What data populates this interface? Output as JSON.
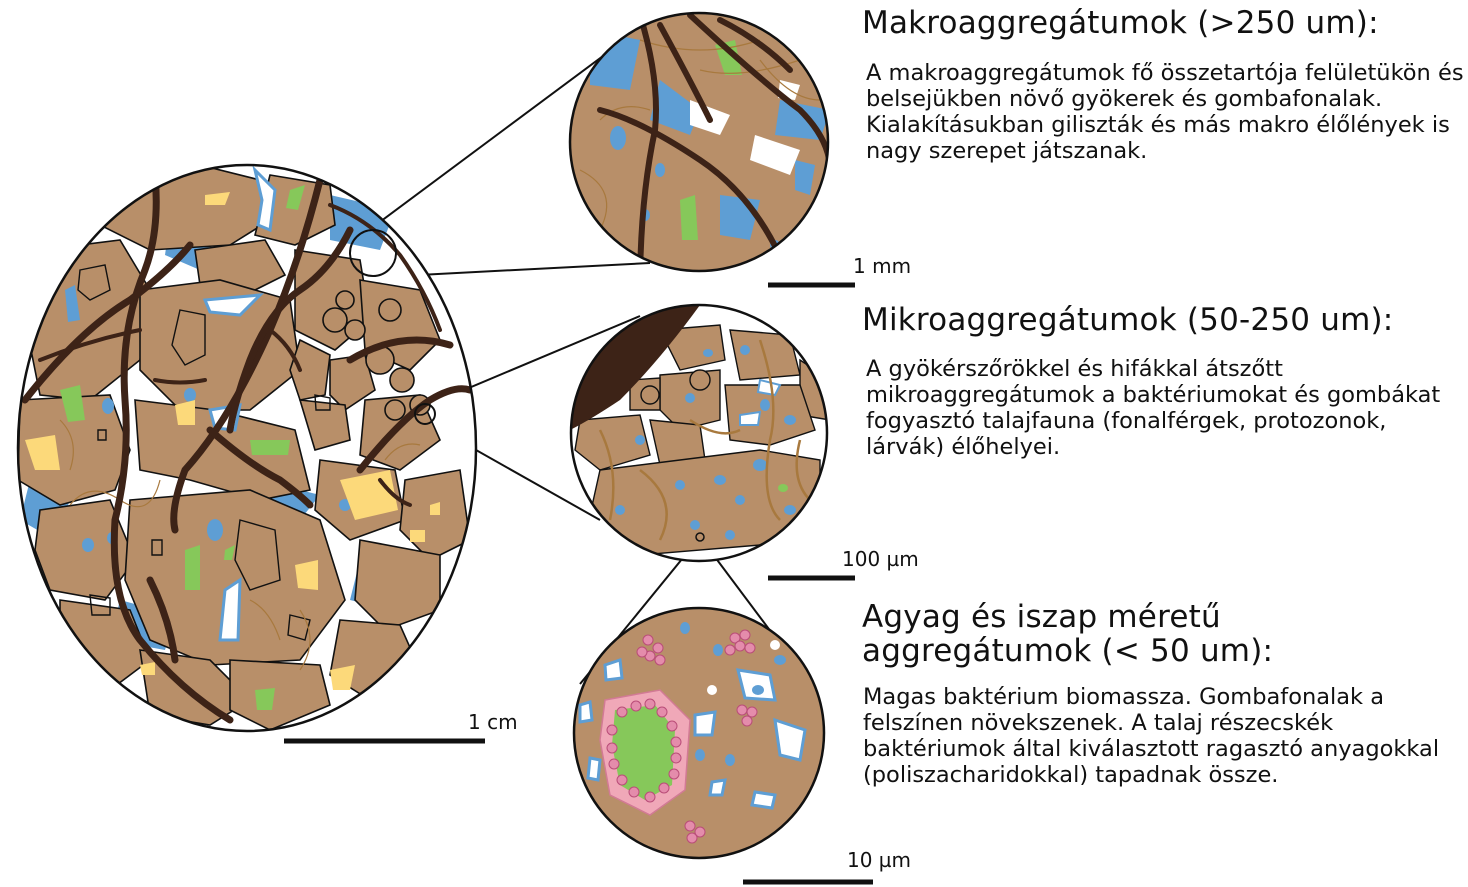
{
  "sections": [
    {
      "heading": "Makroaggregátumok (>250 um):",
      "text": "A makroaggregátumok fő összetartója felületükön és belsejükben növő gyökerek és gombafonalak. Kialakításukban giliszták és más makro élőlények is nagy szerepet játszanak.",
      "scale": "1 mm"
    },
    {
      "heading": "Mikroaggregátumok (50-250 um):",
      "text": "A gyökérszőrökkel és hifákkal átszőtt mikroaggregátumok a baktériumokat és gombákat fogyasztó talajfauna (fonalférgek, protozonok, lárvák) élőhelyei.",
      "scale": "100 µm"
    },
    {
      "heading": "Agyag és iszap méretű aggregátumok (< 50 um):",
      "text": "Magas baktérium biomassza. Gombafonalak a felszínen növekszenek. A talaj részecskék baktériumok által kiválasztott ragasztó anyagokkal (poliszacharidokkal) tapadnak össze.",
      "scale": "10 µm"
    }
  ],
  "main_scale": "1 cm",
  "colors": {
    "aggregate": "#b88f69",
    "root": "#3d2317",
    "hypha": "#a8793e",
    "water": "#5e9ed4",
    "air": "#ffffff",
    "organic_yellow": "#fcd97a",
    "organic_green": "#86c85a",
    "bacteria": "#e48cab",
    "outline": "#111111"
  }
}
